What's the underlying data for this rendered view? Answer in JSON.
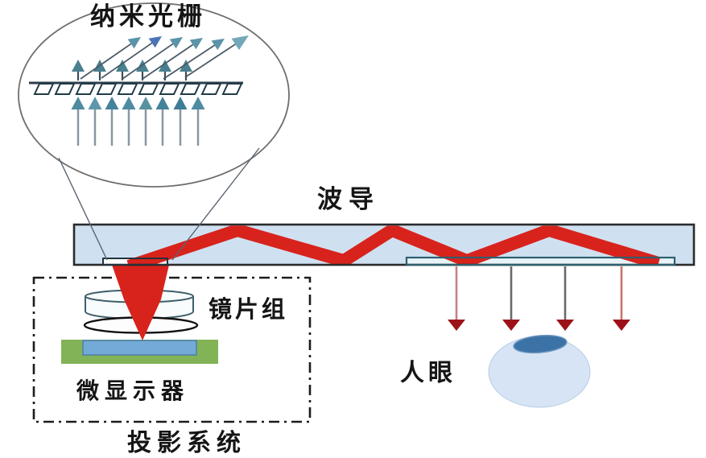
{
  "labels": {
    "nano_grating": "纳米光栅",
    "waveguide": "波导",
    "lens_group": "镜片组",
    "micro_display": "微显示器",
    "projection_system": "投影系统",
    "human_eye": "人眼"
  },
  "colors": {
    "beam_red": "#d8231c",
    "waveguide_fill": "#cfe1f1",
    "waveguide_border": "#2b2b2b",
    "outcoupler_border": "#2d5f6e",
    "display_green": "#82b356",
    "display_blue": "#74aad8",
    "eye_body": "#d6e4f5",
    "eye_iris": "#3b73a6",
    "text": "#151515",
    "down_arrow_head": "#9c1118",
    "down_arrow_stem_colors": [
      "#c98080",
      "#6a6a6a",
      "#6a6a6a",
      "#c87468"
    ],
    "up_arrow_head_colors": [
      "#4e8ba0",
      "#5e97ac",
      "#45829b",
      "#4e8ba0",
      "#58929f",
      "#45829b",
      "#3f7d96",
      "#4e8ba0"
    ],
    "short_arrow_head": "#49808f",
    "diagonal_arrow_head_colors": [
      "#5b93a8",
      "#4a74b5",
      "#5b93a8",
      "#5b93a8",
      "#5b93a8",
      "#74a7ba"
    ],
    "up_arrow_stem": "#8a97a0",
    "short_arrow_stem": "#3d4d58",
    "diagonal_arrow_line": "#4a5a66",
    "grating_tooth_outline": "#1f3b47"
  },
  "magnifier": {
    "grating_teeth_count": 10,
    "upward_arrow_count": 8,
    "short_arrow_count": 6,
    "diagonal_arrow_count": 6
  },
  "out_coupling": {
    "down_arrow_count": 4
  }
}
